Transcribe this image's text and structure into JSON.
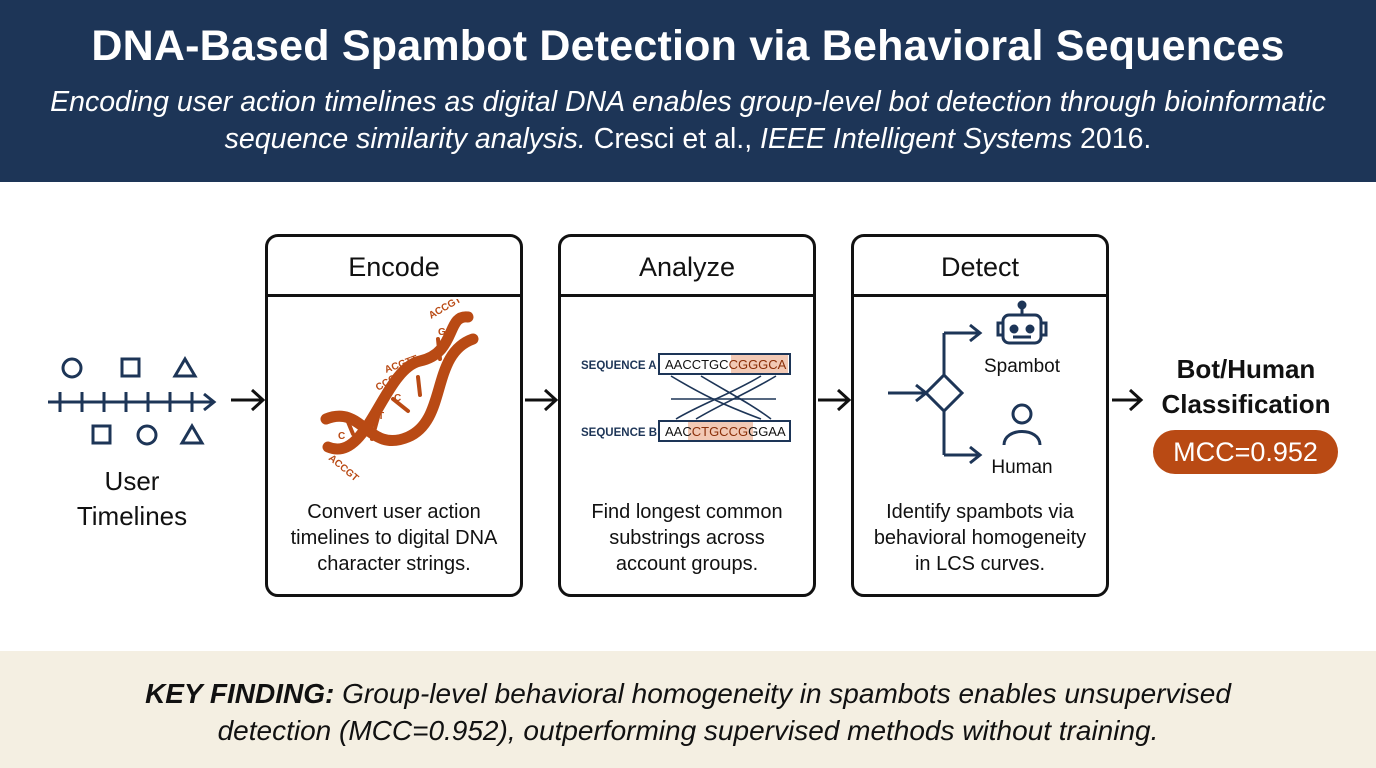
{
  "header": {
    "title": "DNA-Based Spambot Detection via Behavioral Sequences",
    "subtitle_italic": "Encoding user action timelines as digital DNA enables group-level bot detection through bioinformatic sequence similarity analysis.",
    "subtitle_citation": " Cresci et al., ",
    "subtitle_venue": "IEEE Intelligent Systems",
    "subtitle_year": " 2016."
  },
  "input": {
    "label_line1": "User",
    "label_line2": "Timelines"
  },
  "steps": [
    {
      "title": "Encode",
      "desc_lines": [
        "Convert user action",
        "timelines to digital DNA",
        "character strings."
      ]
    },
    {
      "title": "Analyze",
      "desc_lines": [
        "Find longest common",
        "substrings across",
        "account groups."
      ]
    },
    {
      "title": "Detect",
      "desc_lines": [
        "Identify spambots via",
        "behavioral homogeneity",
        "in LCS curves."
      ]
    }
  ],
  "dna": {
    "strand_labels": [
      "ACCGT",
      "G",
      "ACGTT",
      "CCCGT",
      "C",
      "T",
      "C",
      "ACCGT"
    ]
  },
  "analyze": {
    "seq_a_label": "SEQUENCE A",
    "seq_a_plain": "AACCTGC",
    "seq_a_match": "CGGGCA",
    "seq_b_label": "SEQUENCE B",
    "seq_b_plain_start": "AAC",
    "seq_b_match": "CTGCCG",
    "seq_b_plain_end": "GGAA"
  },
  "detect": {
    "bot_label": "Spambot",
    "human_label": "Human"
  },
  "output": {
    "label_line1": "Bot/Human",
    "label_line2": "Classification",
    "metric": "MCC=0.952"
  },
  "footer": {
    "lead": "KEY FINDING:",
    "line1": " Group-level behavioral homogeneity in spambots enables unsupervised",
    "line2": "detection (MCC=0.952), outperforming supervised methods without training."
  },
  "colors": {
    "navy": "#1d3557",
    "accent": "#b94a14",
    "highlight": "#f2c9b5",
    "footer_bg": "#f4efe2"
  }
}
